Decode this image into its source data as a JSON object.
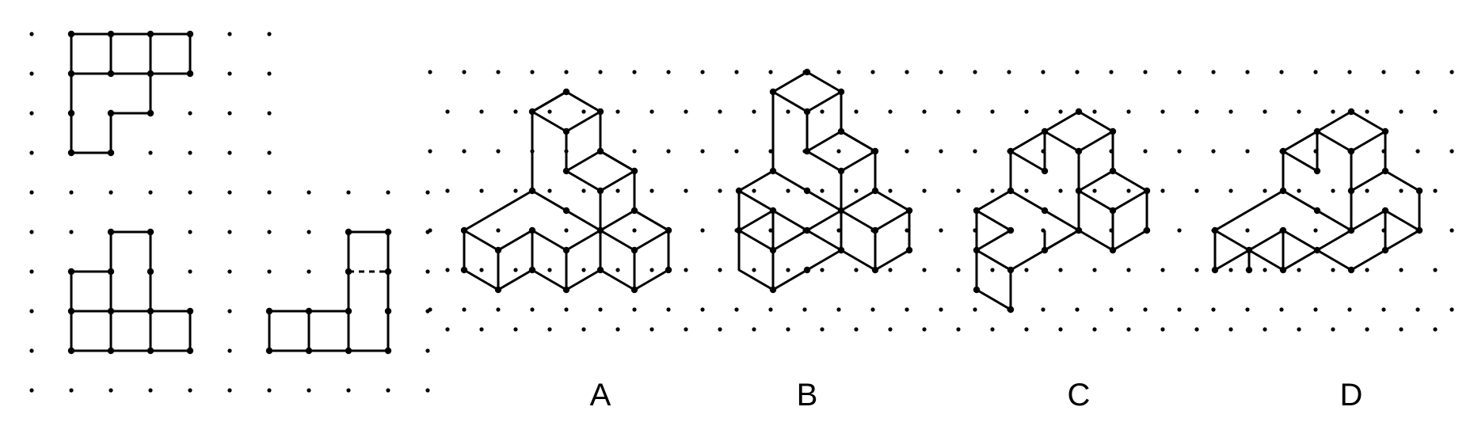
{
  "options": [
    {
      "key": "a",
      "label": "A"
    },
    {
      "key": "b",
      "label": "B"
    },
    {
      "key": "c",
      "label": "C"
    },
    {
      "key": "d",
      "label": "D"
    }
  ],
  "colors": {
    "line": "#000000",
    "background": "#ffffff",
    "hidden_edge": "#ffffff"
  }
}
